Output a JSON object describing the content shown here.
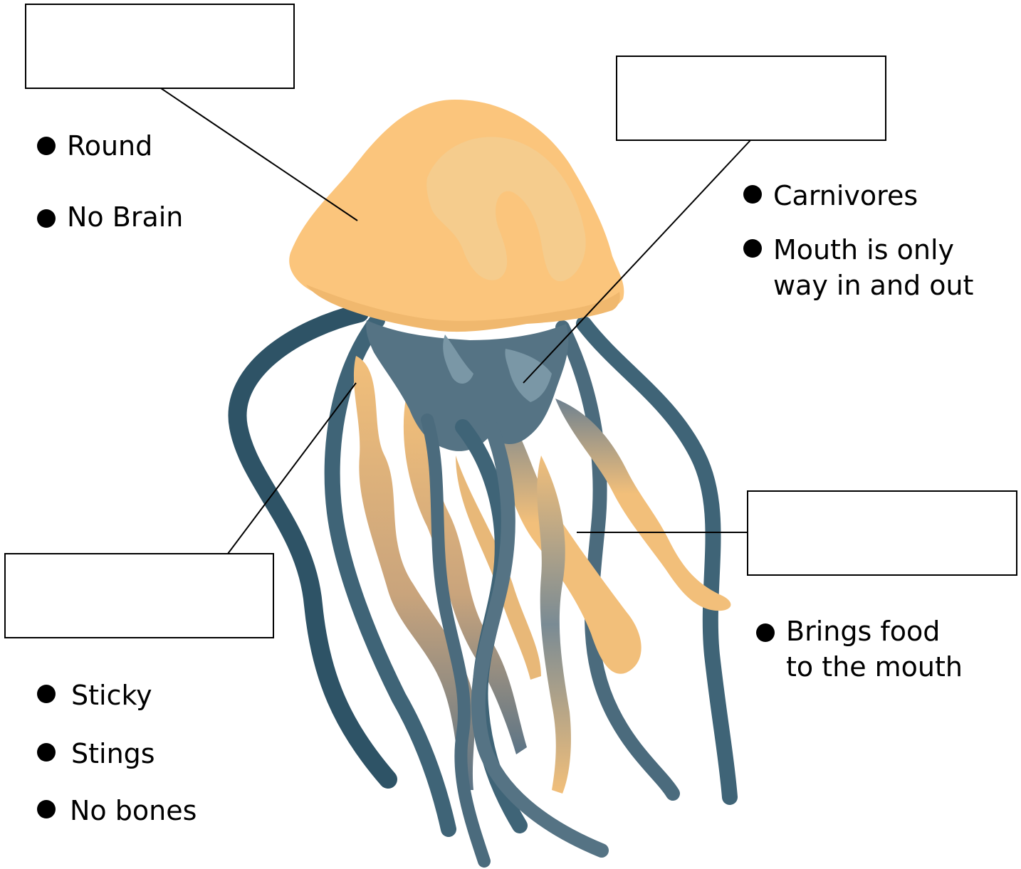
{
  "colors": {
    "bell": "#fbc57c",
    "bell_highlight": "#f3cd90",
    "tentacle_dark": "#2e5366",
    "mouth_arm_blue": "#557384",
    "oral_arm_tan": "#f0bd78",
    "line": "#000000"
  },
  "label_boxes": [
    {
      "name": "bell-label-box",
      "text": ""
    },
    {
      "name": "mouth-label-box",
      "text": ""
    },
    {
      "name": "tentacles-label-box",
      "text": ""
    },
    {
      "name": "oral-arms-label-box",
      "text": ""
    }
  ],
  "fact_groups": {
    "bell": [
      "Round",
      "No Brain"
    ],
    "mouth": [
      "Carnivores",
      "Mouth is only",
      "way in and out"
    ],
    "tentacles": [
      "Sticky",
      "Stings",
      "No bones"
    ],
    "oral_arms": [
      "Brings food",
      "to the mouth"
    ]
  }
}
